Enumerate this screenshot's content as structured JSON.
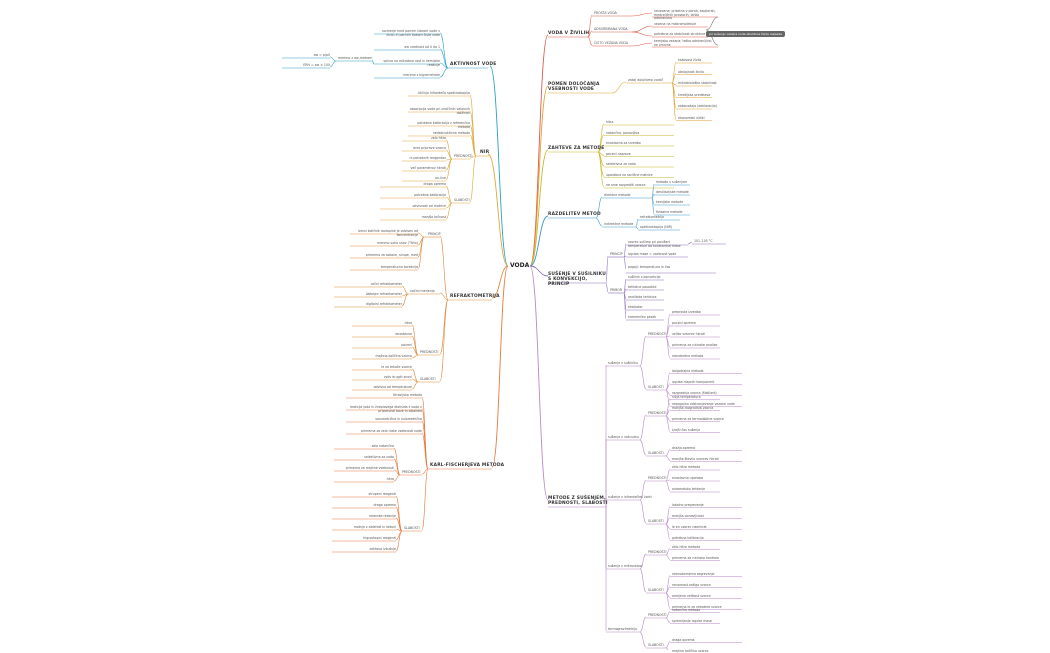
{
  "title": "VODA",
  "colors": {
    "aktivnost": "#2aa0c8",
    "nir": "#e0a63c",
    "refrakto": "#e08a3c",
    "kf": "#e8783c",
    "right_top": "#e05a4a",
    "right_mid": "#e0a030",
    "right_z": "#c8b828",
    "razdelitev": "#3a9ad0",
    "susenje": "#8a6ab8",
    "metode": "#b888c8"
  },
  "right": {
    "vodavziv": {
      "label": "VODA V ŽIVILIH",
      "items": [
        {
          "lbl": "PROSTA VODA",
          "val": "nevezana; prisotna v porah, kapilarah, medceličnih prostorih; lahko odstranimo"
        },
        {
          "lbl": "ADSORBIRANA VODA",
          "vals": [
            "vezana na makromolekule",
            "potrebna za stabilnost strukture"
          ]
        },
        {
          "lbl": "ČISTO VEZANA VODA",
          "val": "kemijsko vezana; težko odstranljiva; ne zmrzne"
        }
      ],
      "note": "pri sušenju vezane vode struktura živila razpade"
    },
    "pomen": {
      "label": "POMEN DOLOČANJA VSEBNOSTI VODE",
      "sub": "zakaj določamo vodo?",
      "items": [
        "kakovost živila",
        "obstojnost živila",
        "mikrobiološka stabilnost",
        "kmetijska predelava",
        "zakonodaja (deklaracija)",
        "ekonomski vidiki"
      ]
    },
    "zahteve": {
      "label": "ZAHTEVE ZA METODE",
      "items": [
        "hitra",
        "natančna, ponovljiva",
        "enostavna za izvedbo",
        "poceni naprave",
        "selektivna za vodo",
        "uporabna za različne matrice",
        "ne sme razgraditi vzorca"
      ]
    },
    "razdelitev": {
      "label": "RAZDELITEV METOD",
      "direct": {
        "lbl": "direktne metode",
        "items": [
          "metode s sušenjem",
          "destilacijske metode",
          "kemijske metode",
          "fizikalne metode"
        ]
      },
      "indirect": {
        "lbl": "indirektne metode",
        "items": [
          "refraktometrija",
          "spektroskopija (NIR)"
        ]
      }
    },
    "susenje": {
      "label": "SUŠENJE V SUŠILNIKU S KONVEKCIJO, PRINCIP",
      "princip": {
        "lbl": "PRINCIP",
        "items": [
          "vzorec sušimo pri povišani temperaturi do konstantne mase",
          "izguba mase = vsebnost vode",
          "pogoji: temperatura in čas"
        ],
        "t": "101–105 °C"
      },
      "pribor": {
        "lbl": "PRIBOR",
        "items": [
          "sušilnik s konvekcijo",
          "tehtalne posodice",
          "analitska tehtnica",
          "eksikator",
          "kremenčev pesek"
        ]
      }
    },
    "metode": {
      "label": "METODE Z SUŠENJEM, PREDNOSTI, SLABOSTI",
      "groups": [
        {
          "lbl": "sušenje v sušilniku",
          "pred": [
            "preprosta izvedba",
            "poceni oprema",
            "veliko vzorcev hkrati",
            "primerna za rutinske analize",
            "standardna metoda"
          ],
          "slab": [
            "dolgotrajna metoda",
            "izguba hlapnih komponent",
            "razgradnja vzorca (Maillard)",
            "nepopolno odstranjevanje vezane vode"
          ]
        },
        {
          "lbl": "sušenje v vakuumu",
          "pred": [
            "nižja temperatura",
            "manjša razgradnja vzorca",
            "primerna za termolabilne vzorce",
            "krajši čas sušenja"
          ],
          "slab": [
            "dražja oprema",
            "manjše število vzorcev hkrati"
          ]
        },
        {
          "lbl": "sušenje z infrardečimi žarki",
          "pred": [
            "zelo hitra metoda",
            "enostavna uporaba",
            "avtomatsko tehtanje"
          ],
          "slab": [
            "lokalno pregrevanje",
            "manjša ponovljivost",
            "le en vzorec naenkrat",
            "potrebna kalibracija"
          ]
        },
        {
          "lbl": "sušenje z mikrovalovi",
          "pred": [
            "zelo hitra metoda",
            "primerna za rutinsko kontrolo"
          ],
          "slab": [
            "neenakomerno segrevanje",
            "nevarnost zažiga vzorca",
            "omejena velikost vzorca",
            "primerna le za nekatere vzorce"
          ]
        },
        {
          "lbl": "termogravimetrija",
          "pred": [
            "natančna metoda",
            "spremljanje izgube mase"
          ],
          "slab": [
            "draga oprema",
            "majhna količina vzorca"
          ]
        }
      ]
    }
  },
  "left": {
    "aktivnost": {
      "label": "AKTIVNOST VODE",
      "items": [
        "razmerje med parnim tlakom vode v živilu in parnim tlakom čiste vode",
        "aw vrednost od 0 do 1",
        "vpliva na mikrobno rast in kemijske reakcije",
        "merimo z higrometrom"
      ],
      "sub": "merimo z aw-metrom",
      "subitems": [
        "aw = p/p0",
        "ERH = aw × 100"
      ]
    },
    "nir": {
      "label": "NIR",
      "items": [
        "bližnja infrardeča spektroskopija",
        "absorpcija vode pri značilnih valovnih dolžinah",
        "potrebna kalibracija z referenčno metodo",
        "nedestruktivna metoda"
      ],
      "pred": [
        "zelo hitra",
        "brez priprave vzorca",
        "ni potrebnih reagentov",
        "več parametrov hkrati",
        "on-line"
      ],
      "slab": [
        "draga oprema",
        "potrebna kalibracija",
        "odvisnost od matrice",
        "manjša točnost"
      ]
    },
    "refrakto": {
      "label": "REFRAKTOMETRIJA",
      "princip": [
        "lomni količnik raztopine je odvisen od koncentracije",
        "merimo suho snov (°Brix)",
        "primerna za sokove, sirupe, med",
        "temperaturna korekcija"
      ],
      "items": [
        "ročni refraktometer",
        "Abbejev refraktometer",
        "digitalni refraktometer"
      ],
      "pred": [
        "hitra",
        "enostavna",
        "poceni",
        "majhna količina vzorca"
      ],
      "slab": [
        "le za tekoče vzorce",
        "vpliv drugih snovi",
        "odvisna od temperature"
      ]
    },
    "kf": {
      "label": "KARL-FISCHERJEVA METODA",
      "items": [
        "titracijska metoda",
        "reakcija joda in žveplovega dioksida z vodo v prisotnosti baze in alkohola",
        "volumetrična in kulometrična",
        "primerna za zelo nizke vsebnosti vode"
      ],
      "pred": [
        "zelo natančna",
        "selektivna za vodo",
        "primerna za majhne vsebnosti",
        "hitra"
      ],
      "slab": [
        "strupeni reagenti",
        "draga oprema",
        "stranske reakcije",
        "motnje z aldehidi in ketoni",
        "higroskopni reagenti",
        "zahteva izkušnje"
      ]
    }
  }
}
